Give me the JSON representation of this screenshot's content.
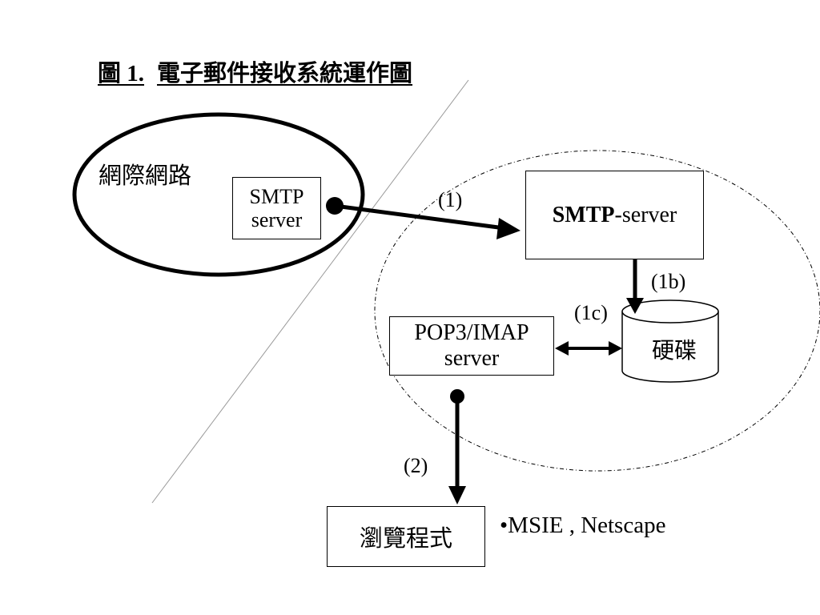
{
  "title": {
    "figure_number": "圖 1.",
    "text": "電子郵件接收系統運作圖"
  },
  "internet": {
    "label": "網際網路"
  },
  "smtp_client": {
    "line1": "SMTP",
    "line2": "server"
  },
  "smtp_server": {
    "bold_part": "SMTP",
    "rest": "-server"
  },
  "disk": {
    "label": "硬碟"
  },
  "pop_server": {
    "line1": "POP3/IMAP",
    "line2": "server"
  },
  "browser": {
    "label": "瀏覽程式"
  },
  "browser_examples": "•MSIE , Netscape",
  "step_labels": {
    "send": "(1)",
    "store": "(1b)",
    "access": "(1c)",
    "retrieve": "(2)"
  }
}
